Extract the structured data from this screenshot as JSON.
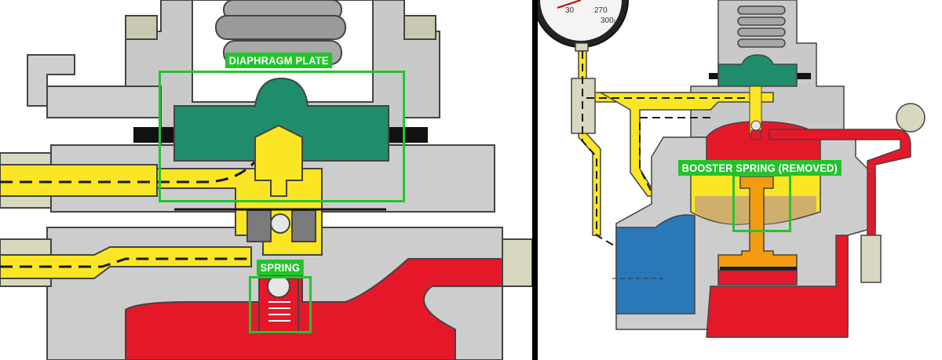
{
  "left_panel": {
    "labels": {
      "diaphragm_plate": "DIAPHRAGM PLATE",
      "spring": "SPRING"
    }
  },
  "right_panel": {
    "labels": {
      "booster_spring": "BOOSTER SPRING (REMOVED)"
    },
    "gauge": {
      "ticks": [
        "30",
        "270",
        "300"
      ],
      "unit": "psi"
    }
  },
  "colors": {
    "body_gray": "#c8c8c8",
    "outline": "#333333",
    "diaphragm_teal": "#1f8c6b",
    "supply_yellow": "#fbe625",
    "outlet_red": "#e5182a",
    "inlet_blue": "#2a78b8",
    "booster_orange": "#f39c12",
    "label_green": "#22c32b"
  }
}
